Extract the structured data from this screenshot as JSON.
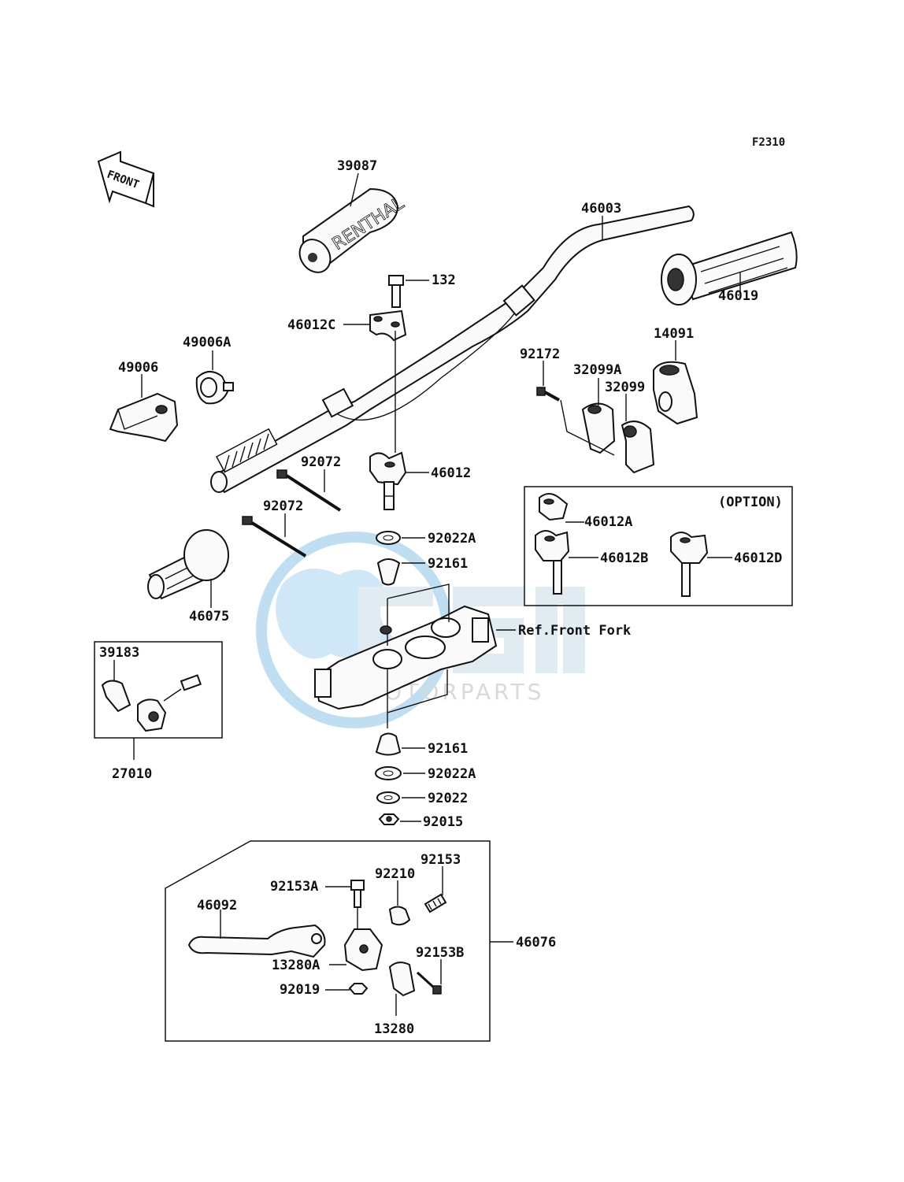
{
  "figure_code": "F2310",
  "front_arrow_label": "FRONT",
  "watermark": {
    "brand": "CMS",
    "sub": "MOTORPARTS",
    "color": "#5aa9dc"
  },
  "bar_pad_text": "RENTHAL",
  "option_box_label": "(OPTION)",
  "reference_label": "Ref.Front Fork",
  "parts": {
    "p39087": "39087",
    "p46003": "46003",
    "p46019": "46019",
    "p132": "132",
    "p46012c": "46012C",
    "p49006a": "49006A",
    "p49006": "49006",
    "p14091": "14091",
    "p92172": "92172",
    "p32099a": "32099A",
    "p32099": "32099",
    "p92072a": "92072",
    "p92072b": "92072",
    "p46012": "46012",
    "p92022a_top": "92022A",
    "p92161_top": "92161",
    "p46075": "46075",
    "p46012a": "46012A",
    "p46012b": "46012B",
    "p46012d": "46012D",
    "p39183": "39183",
    "p27010": "27010",
    "p92161_bottom": "92161",
    "p92022a_bottom": "92022A",
    "p92022": "92022",
    "p92015": "92015",
    "p92153": "92153",
    "p92153a": "92153A",
    "p92210": "92210",
    "p46092": "46092",
    "p46076": "46076",
    "p92153b": "92153B",
    "p13280a": "13280A",
    "p92019": "92019",
    "p13280": "13280"
  }
}
